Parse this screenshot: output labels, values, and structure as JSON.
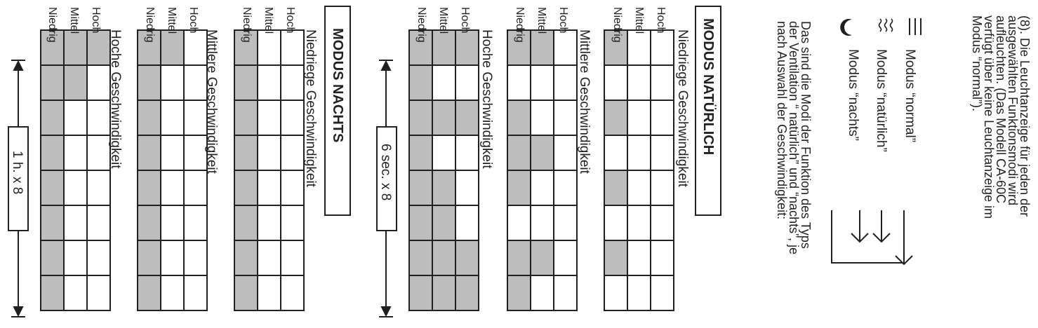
{
  "row_labels": [
    "Hoch",
    "Mittel",
    "Niedrig"
  ],
  "sections": {
    "natural": {
      "title": "MODUS NATÜRLICH",
      "duration": "6 sec. x 8",
      "grids": [
        {
          "title": "Niedriege Geschwindigkeit",
          "cells": [
            [
              0,
              0,
              0,
              0,
              0,
              0,
              0,
              0
            ],
            [
              0,
              0,
              0,
              0,
              0,
              0,
              0,
              0
            ],
            [
              1,
              0,
              1,
              0,
              1,
              0,
              1,
              0
            ]
          ]
        },
        {
          "title": "Mittlere Geschwindigkeit",
          "cells": [
            [
              0,
              0,
              0,
              0,
              0,
              0,
              0,
              0
            ],
            [
              1,
              0,
              0,
              1,
              0,
              0,
              1,
              0
            ],
            [
              1,
              0,
              1,
              1,
              1,
              0,
              1,
              1
            ]
          ]
        },
        {
          "title": "Hoche Geschwindigkeit",
          "cells": [
            [
              1,
              0,
              1,
              0,
              0,
              0,
              1,
              1
            ],
            [
              1,
              0,
              1,
              0,
              1,
              1,
              1,
              1
            ],
            [
              1,
              1,
              1,
              1,
              1,
              1,
              1,
              1
            ]
          ]
        }
      ]
    },
    "night": {
      "title": "MODUS NACHTS",
      "duration": "1 h. x 8",
      "grids": [
        {
          "title": "Niedriege Geschwindigkeit",
          "cells": [
            [
              0,
              0,
              0,
              0,
              0,
              0,
              0,
              0
            ],
            [
              0,
              0,
              0,
              0,
              0,
              0,
              0,
              0
            ],
            [
              1,
              1,
              1,
              1,
              1,
              1,
              1,
              1
            ]
          ]
        },
        {
          "title": "Mittlere Geschwindigkeit",
          "cells": [
            [
              0,
              0,
              0,
              0,
              0,
              0,
              0,
              0
            ],
            [
              1,
              0,
              0,
              0,
              0,
              0,
              0,
              0
            ],
            [
              1,
              1,
              1,
              1,
              1,
              1,
              1,
              1
            ]
          ]
        },
        {
          "title": "Hoche Geschwindigkeit",
          "cells": [
            [
              1,
              0,
              0,
              0,
              0,
              0,
              0,
              0
            ],
            [
              1,
              1,
              0,
              0,
              0,
              0,
              0,
              0
            ],
            [
              1,
              1,
              1,
              1,
              1,
              1,
              1,
              1
            ]
          ]
        }
      ]
    }
  },
  "intro": [
    "(8). Die Leuchtanzeige für jeden der",
    "ausgewählten Funktionsmodi wird",
    "aufleuchten. (Das Modell CA-60C",
    "verfügt über keine Leuchtanzeige im",
    "Modus “normal”)."
  ],
  "modes": [
    {
      "label": "Modus “normal”",
      "icon": "triple-bar-icon"
    },
    {
      "label": "Modus “natürlich”",
      "icon": "wavy-lines-icon"
    },
    {
      "label": "Modus “nachts”",
      "icon": "moon-icon"
    }
  ],
  "description": [
    "Das sind die Modi der Funktion des Typs",
    "der Ventilation “ natürlich” und “nachts”, je",
    "nach Auswahl der Geschwindigkeit:"
  ],
  "colors": {
    "ink": "#231f20",
    "lit_cell": "#bdbdbd"
  }
}
